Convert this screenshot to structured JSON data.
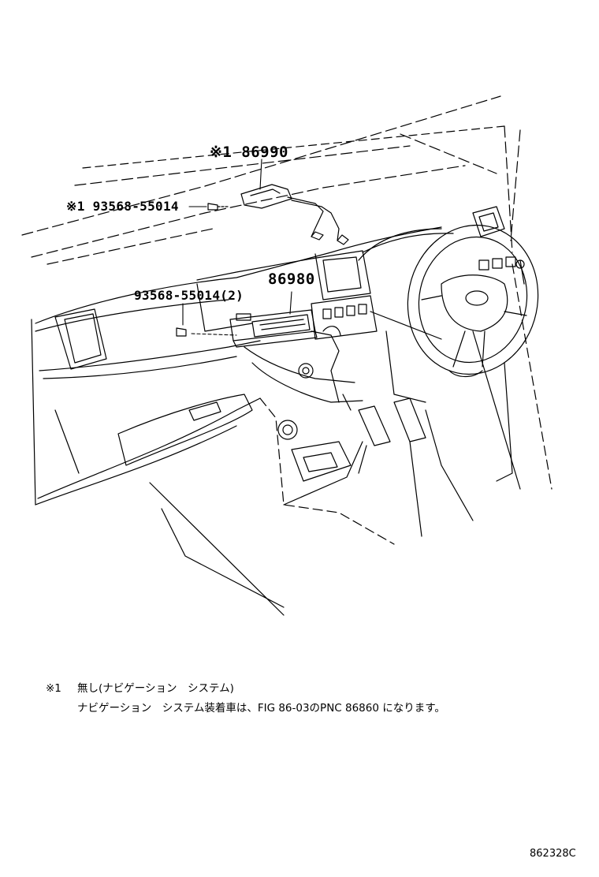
{
  "callouts": {
    "part_86990": "※1 86990",
    "bolt_upper": "※1 93568-55014",
    "part_86980": "86980",
    "bolt_lower": "93568-55014(2)"
  },
  "notes": {
    "line1_mark": "※1",
    "line1_text": "無し(ナビゲーション　システム)",
    "line2_text": "ナビゲーション　システム装着車は、FIG 86-03のPNC 86860 になります。"
  },
  "figure_code": "862328C"
}
